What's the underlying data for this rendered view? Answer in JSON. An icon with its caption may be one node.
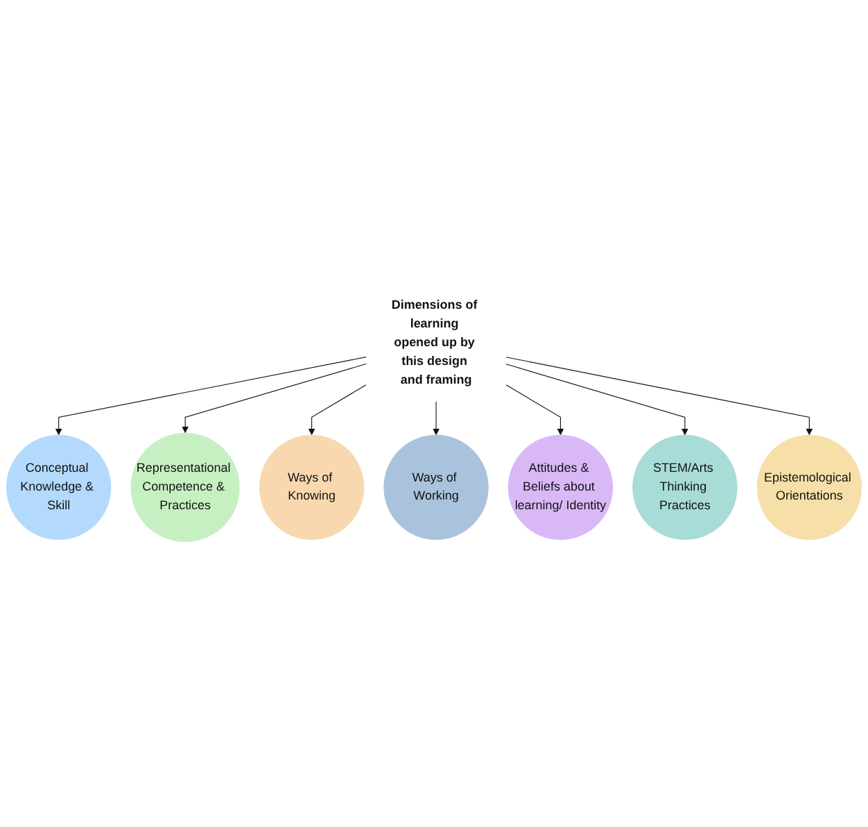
{
  "diagram": {
    "nodes": [
      {
        "text": [
          "Dimensions of learning opened up by this design and framing"
        ]
      },
      {
        "text": [
          "Conceptual Knowledge & Skill"
        ]
      },
      {
        "text": [
          "Representational Competence & Practices"
        ]
      },
      {
        "text": [
          "Ways of Knowing"
        ]
      },
      {
        "text": [
          "Ways of Working"
        ]
      },
      {
        "text": [
          "Attitudes & Beliefs about learning/ Identity"
        ]
      },
      {
        "text": [
          "STEM/Arts Thinking Practices"
        ]
      },
      {
        "text": [
          "Epistemological Orientations"
        ]
      }
    ],
    "edges": [
      {
        "from": 0,
        "to": 1,
        "arrow": "to"
      },
      {
        "from": 0,
        "to": 2,
        "arrow": "to"
      },
      {
        "from": 0,
        "to": 3,
        "arrow": "to"
      },
      {
        "from": 0,
        "to": 4,
        "arrow": "to"
      },
      {
        "from": 0,
        "to": 5,
        "arrow": "to"
      },
      {
        "from": 0,
        "to": 6,
        "arrow": "to"
      },
      {
        "from": 0,
        "to": 7,
        "arrow": "to"
      }
    ]
  }
}
